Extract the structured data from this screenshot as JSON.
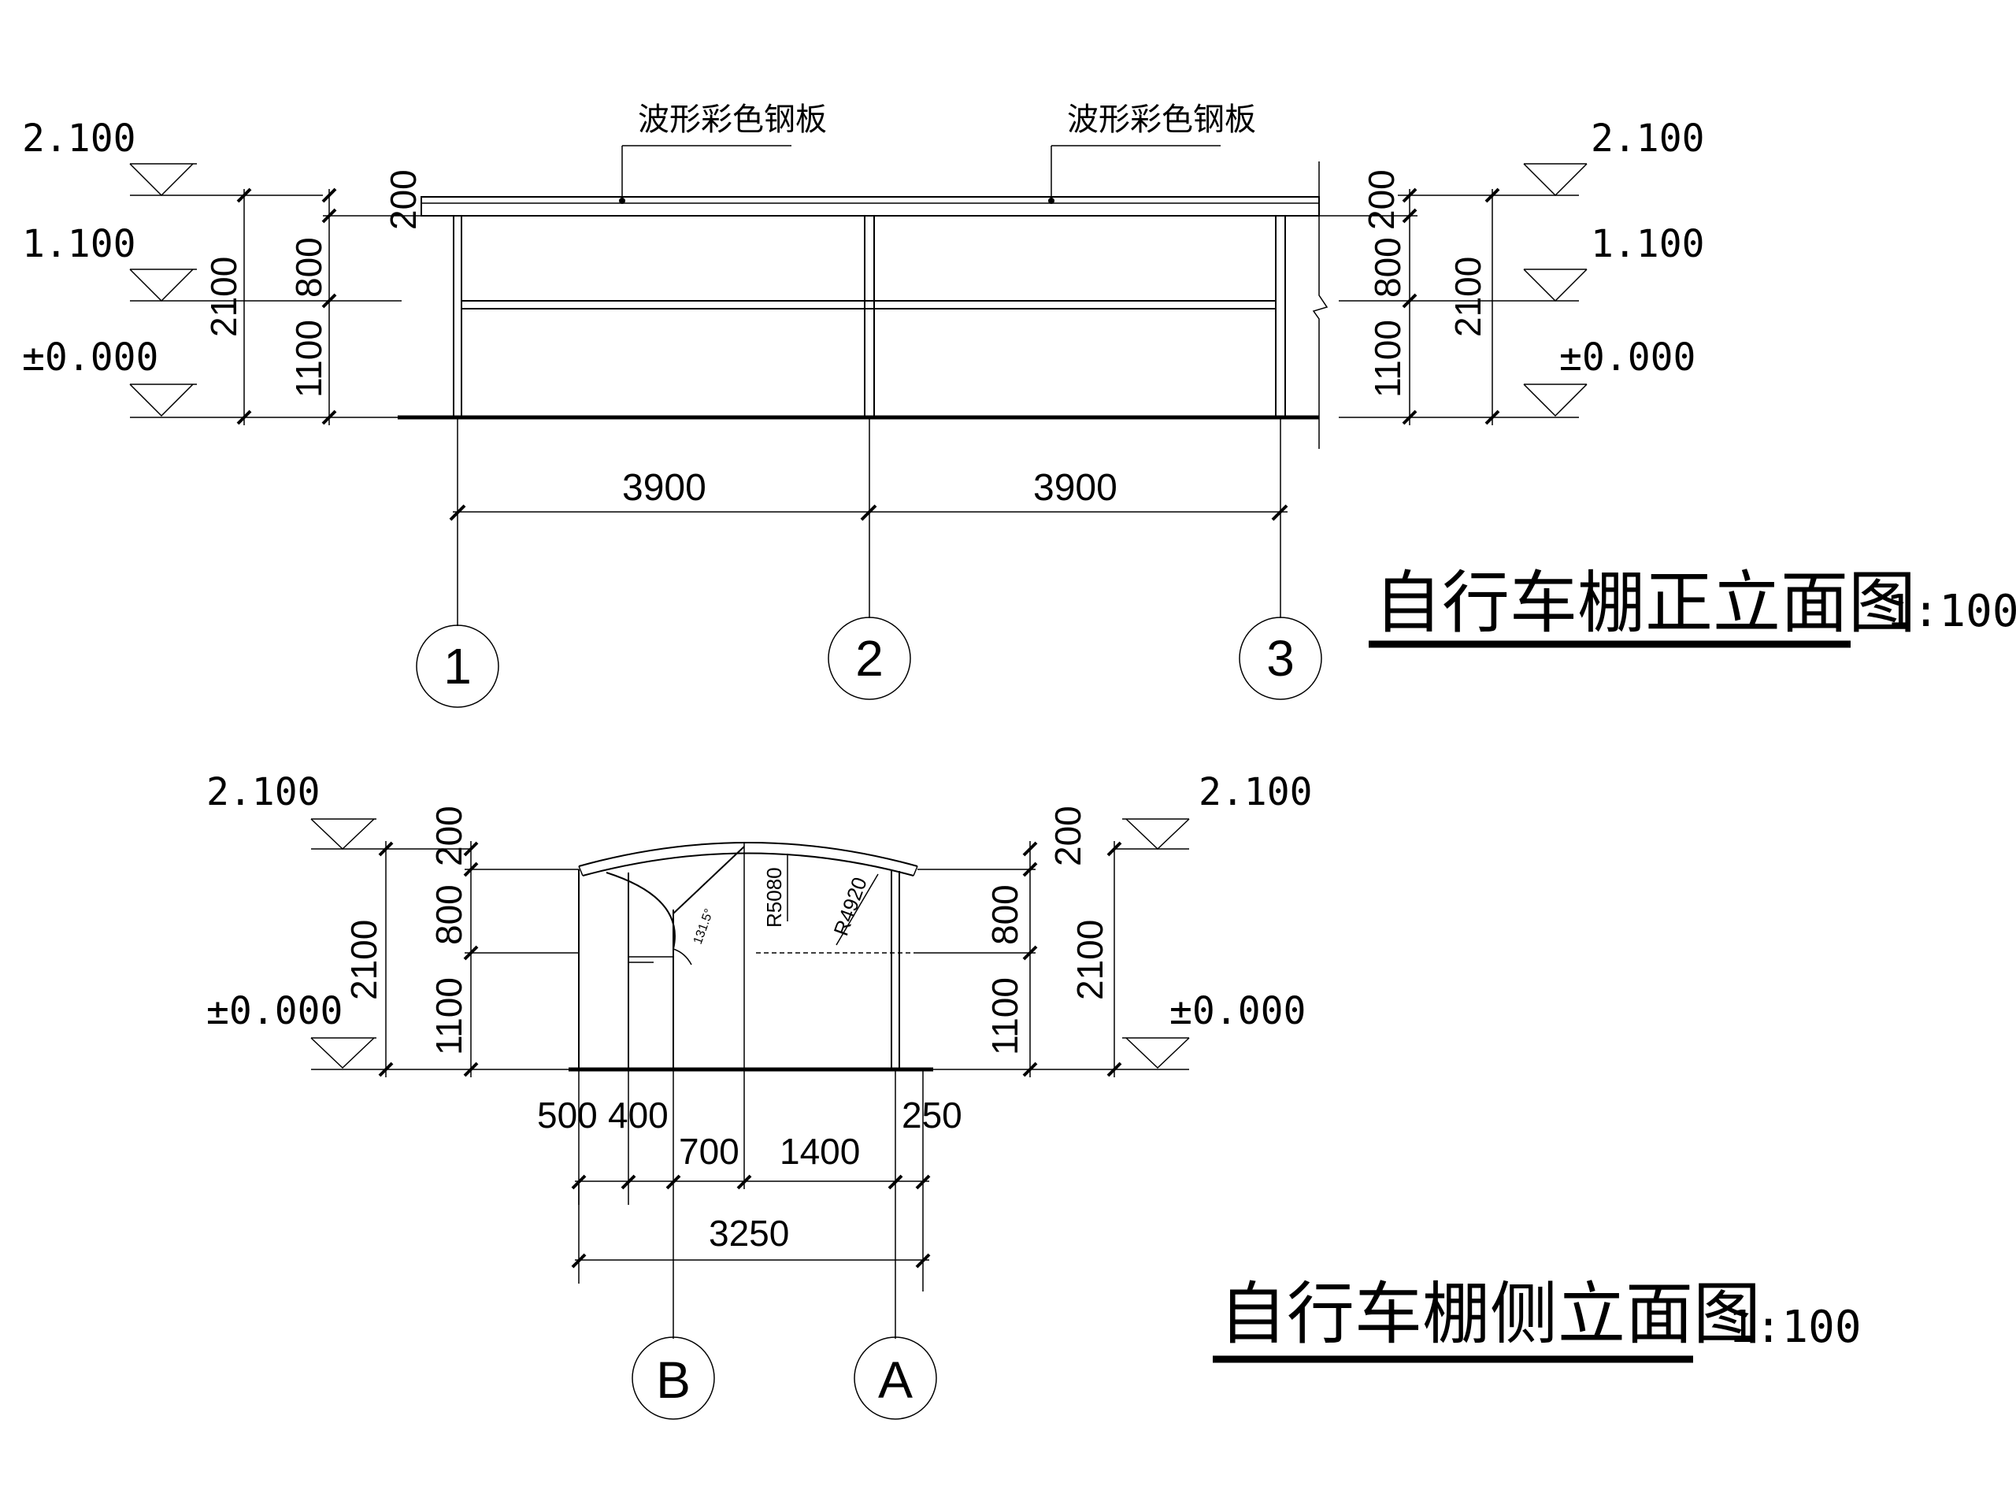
{
  "front_elevation": {
    "title": "自行车棚正立面图",
    "scale": "1:100",
    "roof_labels": [
      "波形彩色钢板",
      "波形彩色钢板"
    ],
    "level_left": [
      "2.100",
      "1.100",
      "±0.000"
    ],
    "level_right": [
      "2.100",
      "1.100",
      "±0.000"
    ],
    "dims_left": [
      "200",
      "800",
      "1100"
    ],
    "dims_left_total": "2100",
    "dims_right": [
      "200",
      "800",
      "1100"
    ],
    "dims_right_total": "2100",
    "bay_dims": [
      "3900",
      "3900"
    ],
    "axes": [
      "1",
      "2",
      "3"
    ]
  },
  "side_elevation": {
    "title": "自行车棚侧立面图",
    "scale": "1:100",
    "level_left": [
      "2.100",
      "±0.000"
    ],
    "level_right": [
      "2.100",
      "±0.000"
    ],
    "dims_left": [
      "200",
      "800",
      "1100"
    ],
    "dims_left_total": "2100",
    "dims_right": [
      "200",
      "800",
      "1100"
    ],
    "dims_right_total": "2100",
    "radius_labels": [
      "R5080",
      "R4920"
    ],
    "angle_label": "131.5°",
    "bottom_dims_row1": [
      "500",
      "400",
      "250"
    ],
    "bottom_dims_row2": [
      "700",
      "1400"
    ],
    "bottom_total": "3250",
    "axes": [
      "B",
      "A"
    ]
  }
}
